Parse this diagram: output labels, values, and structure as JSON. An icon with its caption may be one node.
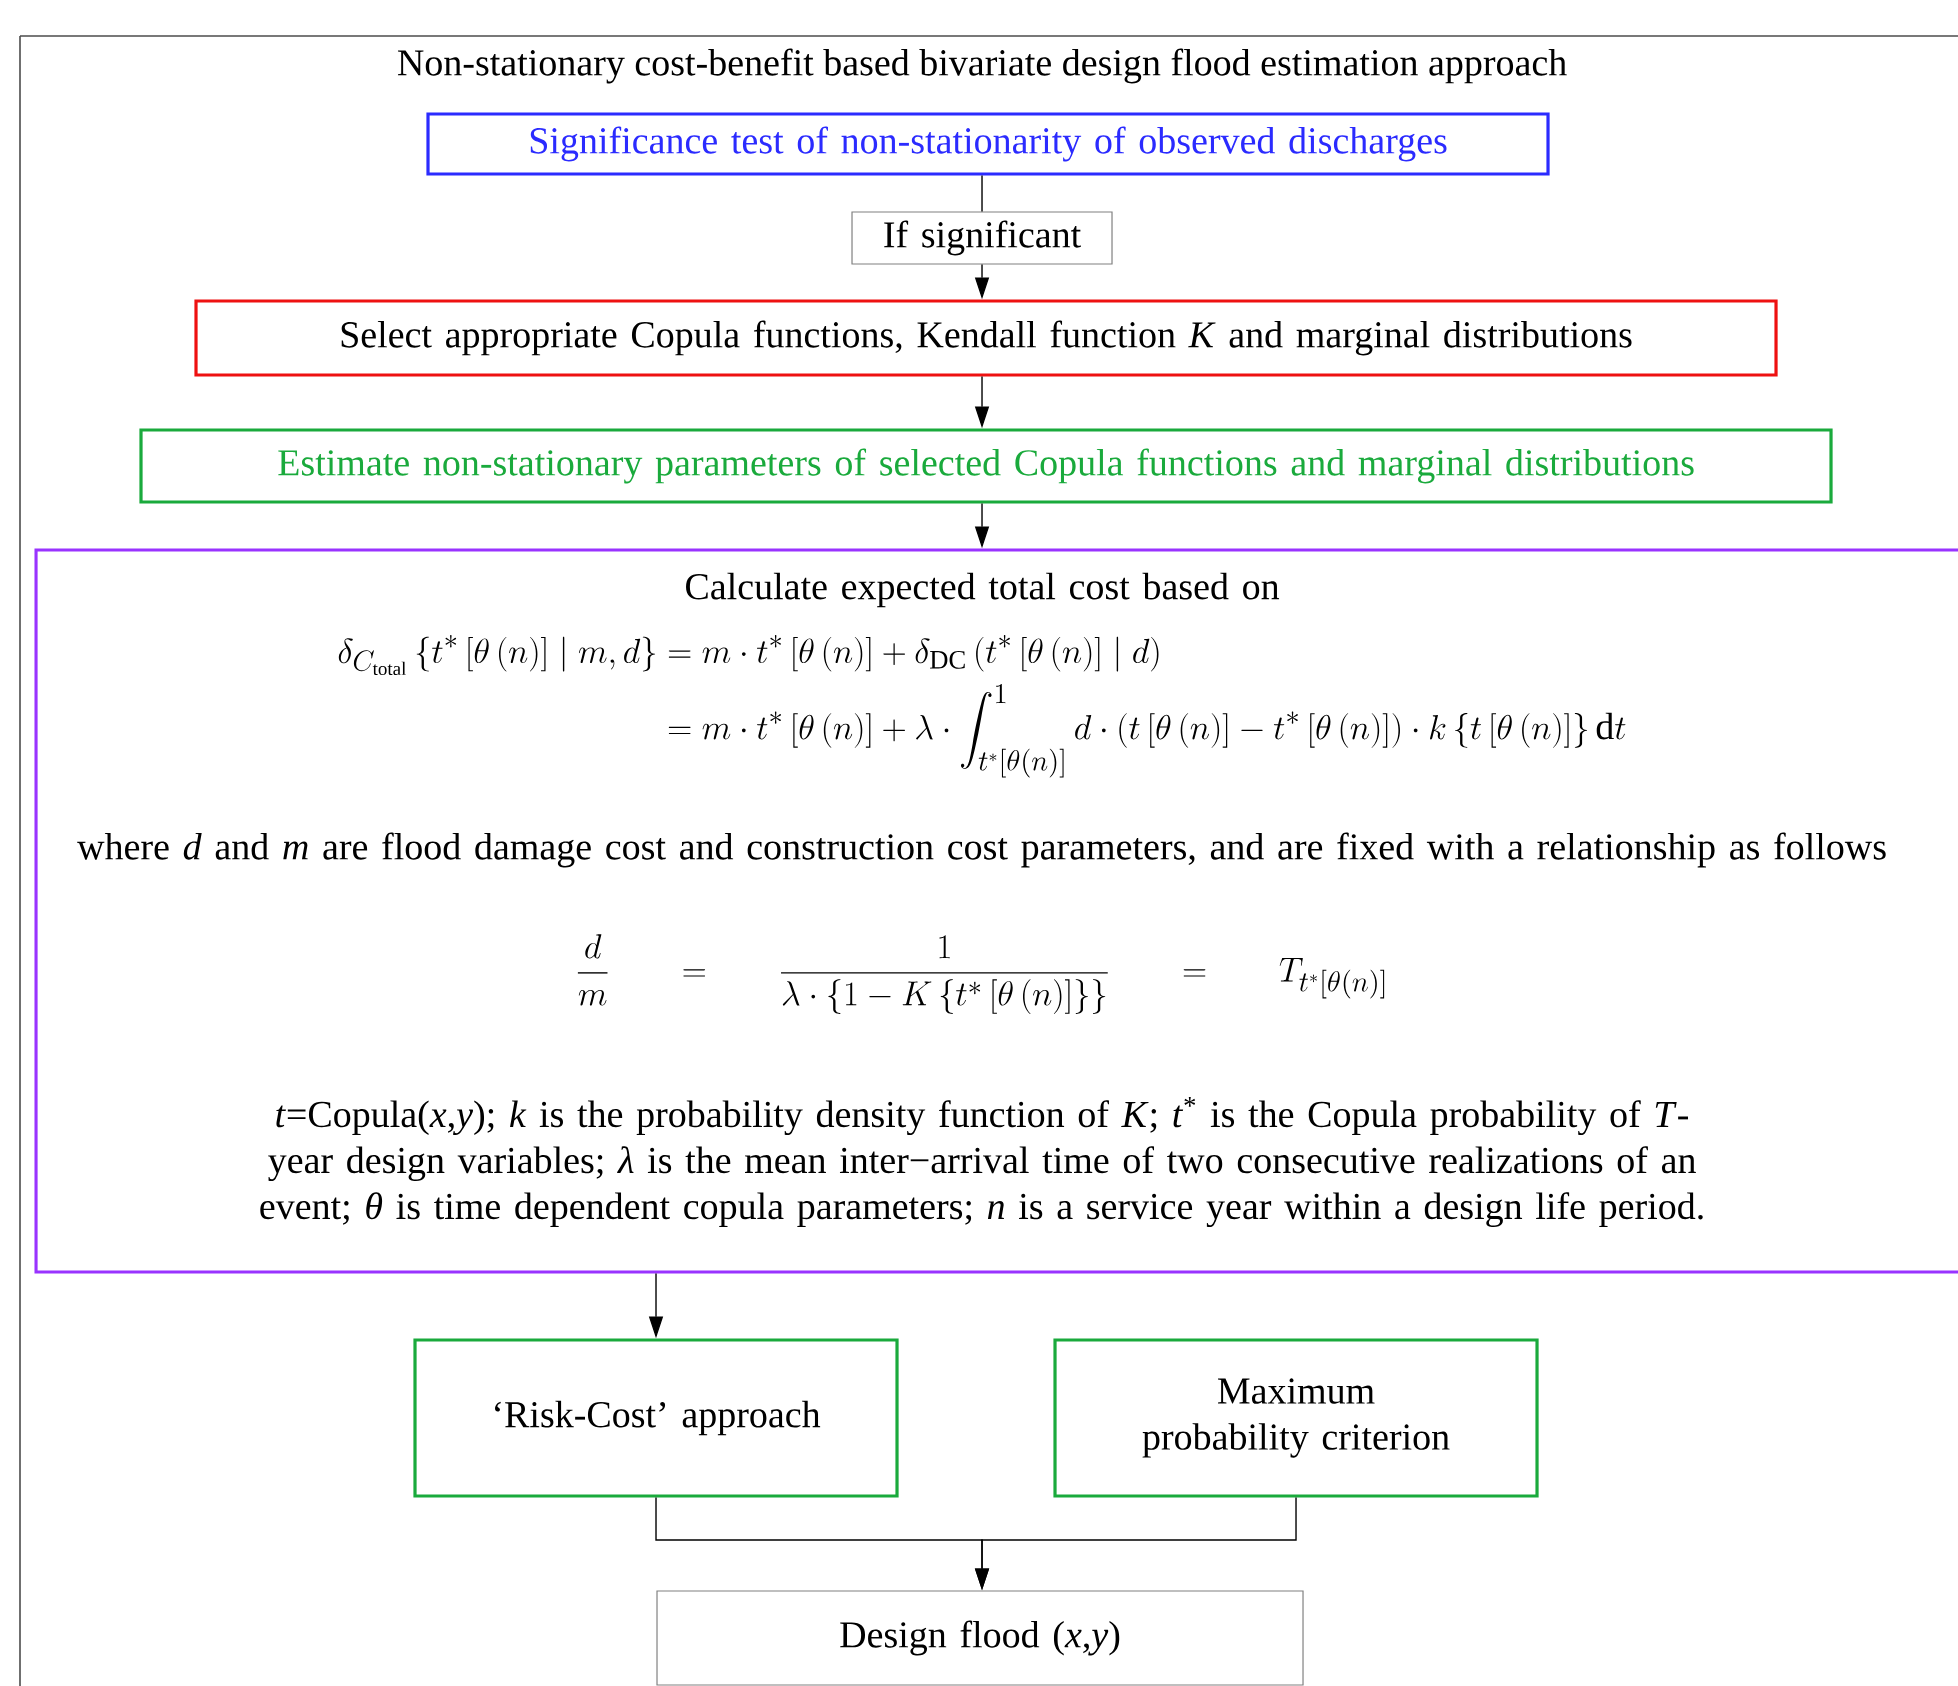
{
  "diagram": {
    "title": "Non-stationary cost-benefit based bivariate design flood estimation approach",
    "nodes": [
      {
        "text": [
          "Significance test of non-stationarity of observed discharges"
        ]
      },
      {
        "text": [
          "If significant"
        ]
      },
      {
        "text": [
          "Select appropriate Copula functions, Kendall function *K* and marginal distributions"
        ]
      },
      {
        "text": [
          "Estimate non-stationary parameters of selected Copula functions and marginal distributions"
        ]
      },
      {
        "text": [
          "Calculate expected total cost based on",
          "\\begin{aligned}\\delta_{C_{\\mathrm{total}}}\\left\\{t^{*}\\left[\\theta\\left(n\\right)\\right]\\mid m,d\\right\\} &= m\\cdot t^{*}\\left[\\theta\\left(n\\right)\\right]+\\delta_{\\mathrm{DC}}\\left(t^{*}\\left[\\theta\\left(n\\right)\\right]\\mid d\\right)\\\\ &= m\\cdot t^{*}\\left[\\theta\\left(n\\right)\\right]+\\lambda\\cdot\\int_{t^{*}\\left[\\theta(n)\\right]}^{1} d\\cdot\\left(t\\left[\\theta\\left(n\\right)\\right]-t^{*}\\left[\\theta\\left(n\\right)\\right]\\right)\\cdot k\\left\\{t\\left[\\theta\\left(n\\right)\\right]\\right\\}\\mathrm{d}t\\end{aligned}",
          "where *d*  and *m* are flood damage cost and construction cost parameters, and are fixed with a relationship as follows",
          "\\frac{d}{m}=\\frac{1}{\\lambda\\cdot\\left\\{1-K\\left\\{t^{*}\\left[\\theta\\left(n\\right)\\right]\\right\\}\\right\\}}=T_{t^{*}\\left[\\theta(n)\\right]}",
          "*t*=Copula(*x*,*y*); *k* is the probability density function of *K*; *t*$^{*}$ is the Copula probability of *T*-year design variables; *λ* is the mean inter−arrival time of two consecutive realizations of an event; *θ* is time dependent copula parameters; *n* is a service year within a design life period."
        ]
      },
      {
        "text": [
          "‘Risk-Cost’ approach"
        ]
      },
      {
        "text": [
          "Maximum probability criterion"
        ]
      },
      {
        "text": [
          "Design flood (*x*,*y*)"
        ]
      }
    ],
    "edges": [
      {
        "from": 0,
        "to": 1,
        "arrow": "none"
      },
      {
        "from": 1,
        "to": 2,
        "arrow": "to"
      },
      {
        "from": 2,
        "to": 3,
        "arrow": "to"
      },
      {
        "from": 3,
        "to": 4,
        "arrow": "to"
      },
      {
        "from": 4,
        "to": 5,
        "arrow": "to"
      },
      {
        "from": 5,
        "to": 7,
        "arrow": "to"
      },
      {
        "from": 6,
        "to": 7,
        "arrow": "to"
      }
    ]
  }
}
